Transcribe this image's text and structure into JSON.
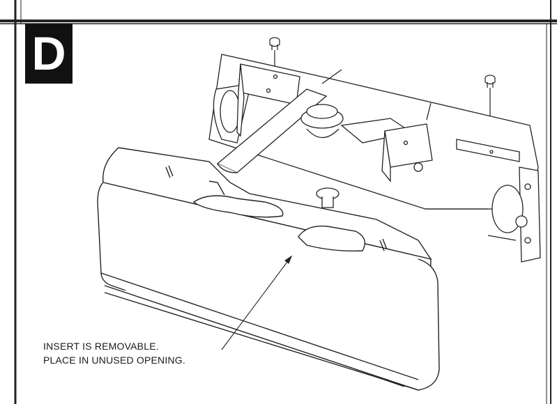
{
  "panel": {
    "step_letter": "D"
  },
  "callout": {
    "line1": "INSERT IS REMOVABLE.",
    "line2": "PLACE IN UNUSED OPENING."
  }
}
